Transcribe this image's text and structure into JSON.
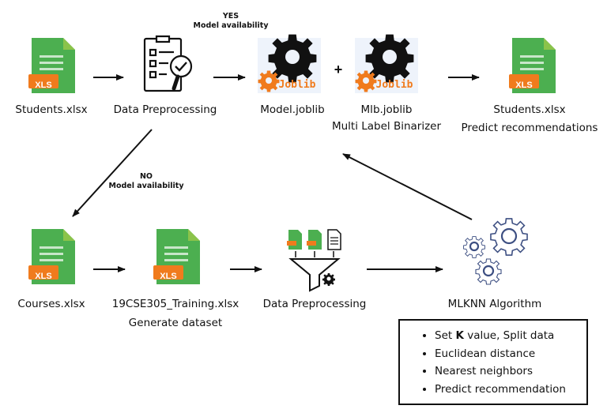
{
  "nodes": {
    "students_xlsx": {
      "label": "Students.xlsx",
      "badge": "XLS"
    },
    "data_preprocessing_top": {
      "label": "Data Preprocessing"
    },
    "model_joblib": {
      "label": "Model.joblib",
      "logo": "Joblib"
    },
    "mlb_joblib": {
      "label": "Mlb.joblib",
      "sublabel": "Multi Label Binarizer",
      "logo": "Joblib"
    },
    "students_output": {
      "label": "Students.xlsx",
      "sublabel": "Predict recommendations",
      "badge": "XLS"
    },
    "courses_xlsx": {
      "label": "Courses.xlsx",
      "badge": "XLS"
    },
    "training_xlsx": {
      "label": "19CSE305_Training.xlsx",
      "sublabel": "Generate dataset",
      "badge": "XLS"
    },
    "data_preprocessing_bottom": {
      "label": "Data Preprocessing"
    },
    "mlknn": {
      "label": "MLKNN Algorithm"
    }
  },
  "plus_sign": "+",
  "edges": {
    "yes": {
      "line1": "YES",
      "line2": "Model availability"
    },
    "no": {
      "line1": "NO",
      "line2": "Model availability"
    }
  },
  "steps_box": {
    "items": [
      {
        "pre": "Set ",
        "bold": "K",
        "post": " value, Split data"
      },
      {
        "pre": "Euclidean distance",
        "bold": "",
        "post": ""
      },
      {
        "pre": "Nearest neighbors",
        "bold": "",
        "post": ""
      },
      {
        "pre": "Predict recommendation",
        "bold": "",
        "post": ""
      }
    ]
  },
  "colors": {
    "sheet_green": "#4caf50",
    "sheet_fold": "#8bc34a",
    "badge_orange": "#f07b1d",
    "gear_blue": "#3d4f82",
    "line": "#111111"
  }
}
